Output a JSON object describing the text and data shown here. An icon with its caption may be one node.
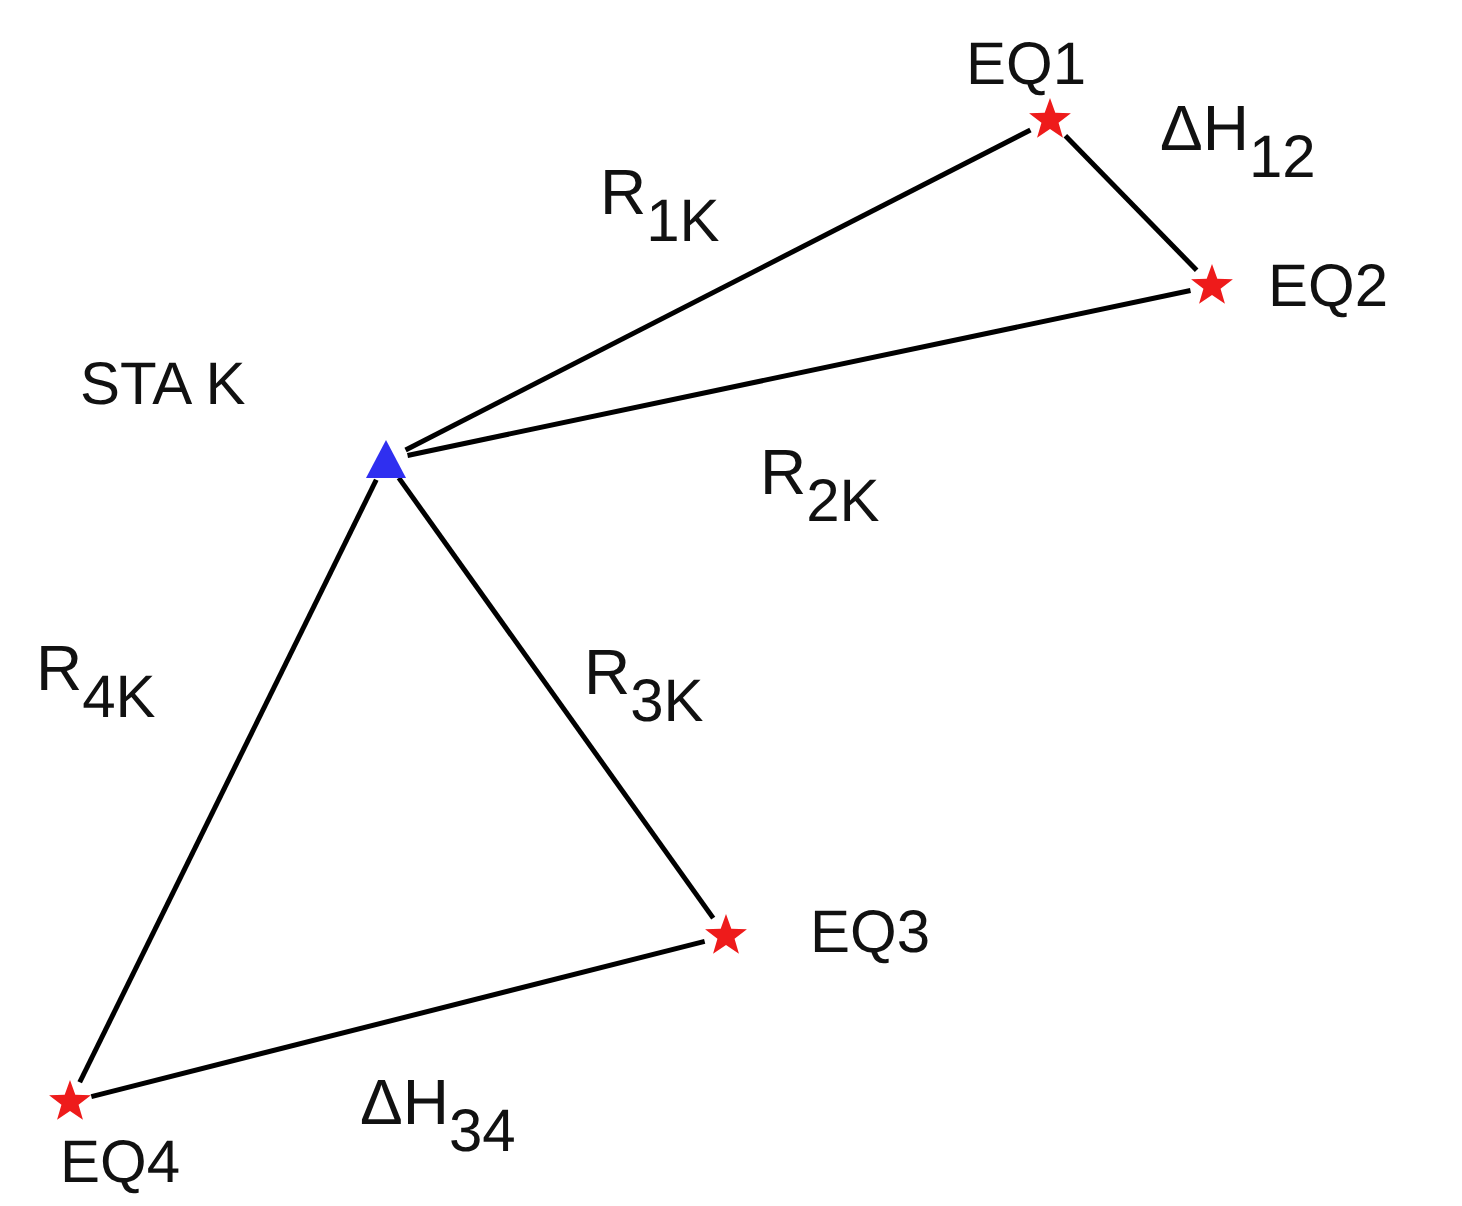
{
  "diagram": {
    "nodes": [
      {
        "text": [
          "STA K"
        ]
      },
      {
        "text": [
          "EQ1"
        ]
      },
      {
        "text": [
          "EQ2"
        ]
      },
      {
        "text": [
          "EQ3"
        ]
      },
      {
        "text": [
          "EQ4"
        ]
      }
    ],
    "edges": [
      {
        "from": 0,
        "to": 1,
        "arrow": "none",
        "label": "R$_{1K}$"
      },
      {
        "from": 0,
        "to": 2,
        "arrow": "none",
        "label": "R$_{2K}$"
      },
      {
        "from": 0,
        "to": 3,
        "arrow": "none",
        "label": "R$_{3K}$"
      },
      {
        "from": 0,
        "to": 4,
        "arrow": "none",
        "label": "R$_{4K}$"
      },
      {
        "from": 1,
        "to": 2,
        "arrow": "none",
        "label": "ΔH$_{12}$"
      },
      {
        "from": 3,
        "to": 4,
        "arrow": "none",
        "label": "ΔH$_{34}$"
      }
    ]
  }
}
